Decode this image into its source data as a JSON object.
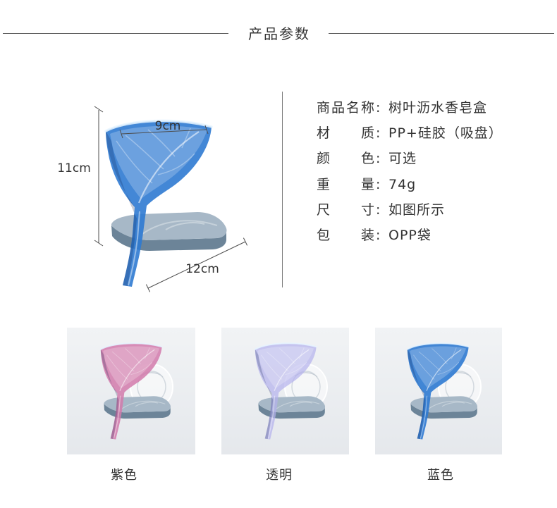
{
  "header": {
    "title": "产品参数"
  },
  "dimensions": {
    "width": "9cm",
    "height": "11cm",
    "depth": "12cm"
  },
  "specs": [
    {
      "label": "商品名称:",
      "value": "树叶沥水香皂盒"
    },
    {
      "label": "材　　质:",
      "value": "PP+硅胶（吸盘）"
    },
    {
      "label": "颜　　色:",
      "value": "可选"
    },
    {
      "label": "重　　量:",
      "value": "74g"
    },
    {
      "label": "尺　　寸:",
      "value": "如图所示"
    },
    {
      "label": "包　　装:",
      "value": "OPP袋"
    }
  ],
  "main_image": {
    "color": "#2f7ad2e6"
  },
  "variants": [
    {
      "label": "紫色",
      "color": "#d27aabd9"
    },
    {
      "label": "透明",
      "color": "#b3b0ecb3"
    },
    {
      "label": "蓝色",
      "color": "#2f7ad2e6"
    }
  ],
  "colors": {
    "base_top": "#a7b8c7",
    "base_front": "#6c8498",
    "text": "#333333",
    "rule": "#5a5a5a"
  }
}
